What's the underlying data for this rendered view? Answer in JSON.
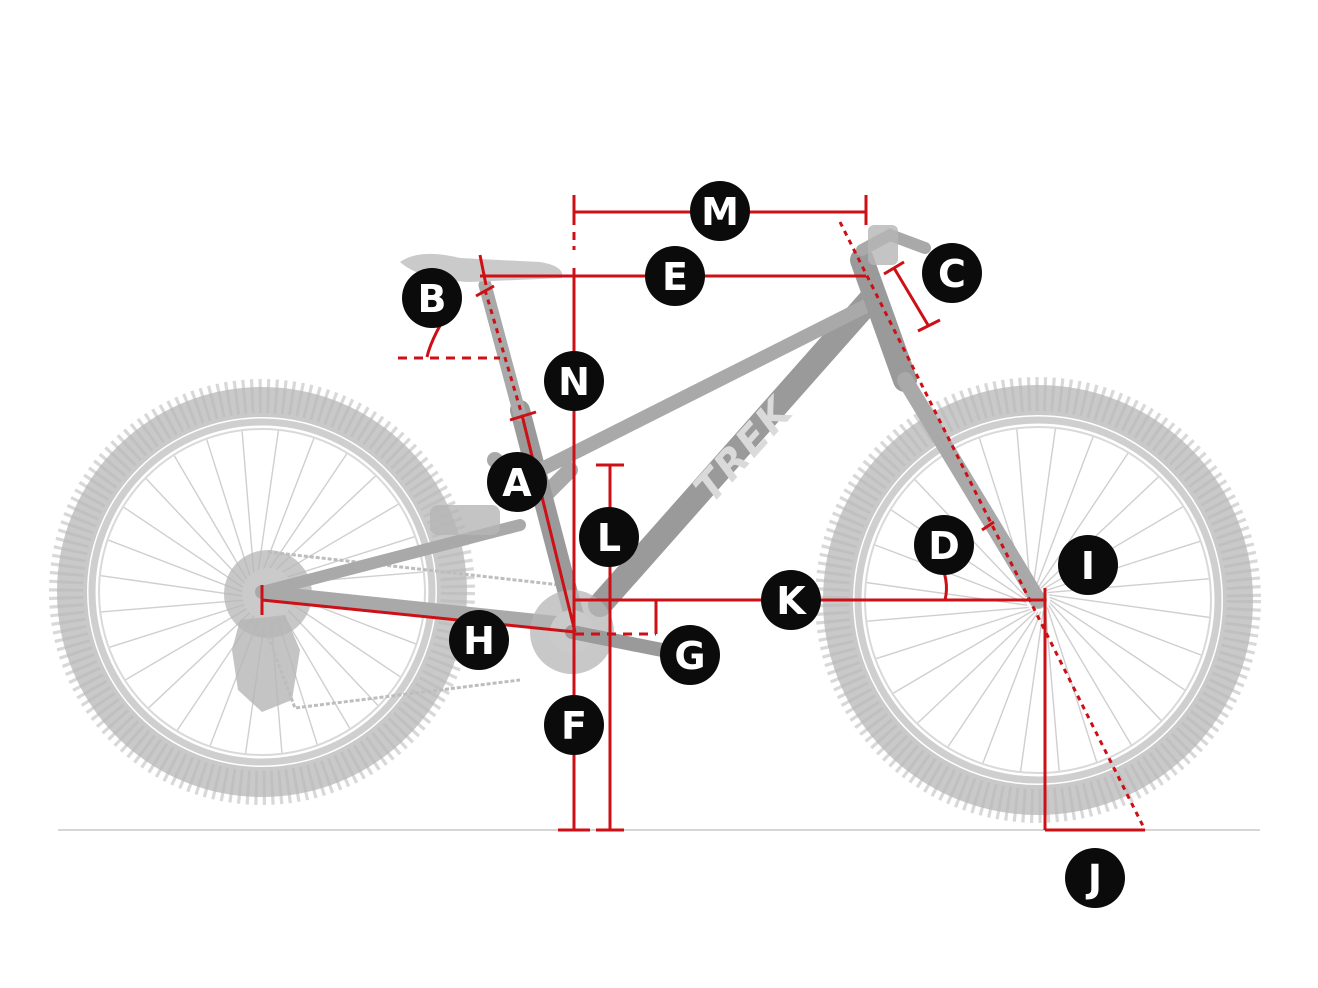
{
  "frame_brand": "TREK",
  "colors": {
    "measure_line": "#cc1016",
    "badge_fill": "#0b0b0b",
    "badge_text": "#ffffff",
    "bike_gray": "#b0b0b0"
  },
  "labels": {
    "A": "A",
    "B": "B",
    "C": "C",
    "D": "D",
    "E": "E",
    "F": "F",
    "G": "G",
    "H": "H",
    "I": "I",
    "J": "J",
    "K": "K",
    "L": "L",
    "M": "M",
    "N": "N"
  }
}
